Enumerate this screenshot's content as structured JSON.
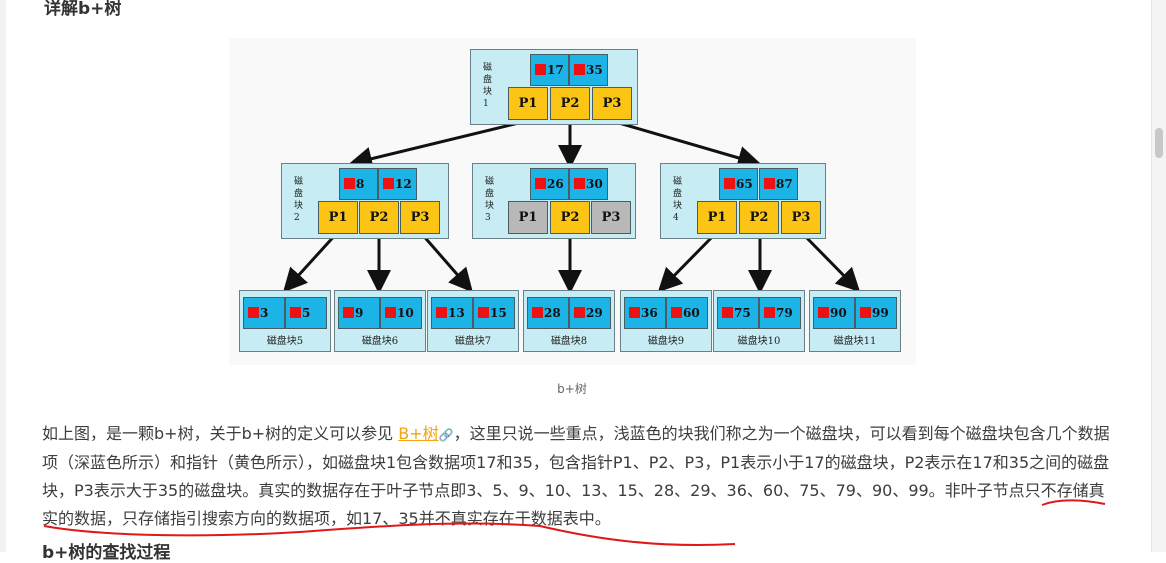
{
  "article": {
    "heading": "详解b+树",
    "next_heading": "b+树的查找过程"
  },
  "figure": {
    "caption": "b+树",
    "disk_label": "磁盘块",
    "root": {
      "label": "磁盘块1",
      "keys": [
        "17",
        "35"
      ],
      "pointers": [
        "P1",
        "P2",
        "P3"
      ]
    },
    "internal": [
      {
        "label": "磁盘块2",
        "keys": [
          "8",
          "12"
        ],
        "pointers": [
          "P1",
          "P2",
          "P3"
        ]
      },
      {
        "label": "磁盘块3",
        "keys": [
          "26",
          "30"
        ],
        "pointers": [
          "P1",
          "P2",
          "P3"
        ]
      },
      {
        "label": "磁盘块4",
        "keys": [
          "65",
          "87"
        ],
        "pointers": [
          "P1",
          "P2",
          "P3"
        ]
      }
    ],
    "leaves": [
      {
        "label": "磁盘块5",
        "keys": [
          "3",
          "5"
        ]
      },
      {
        "label": "磁盘块6",
        "keys": [
          "9",
          "10"
        ]
      },
      {
        "label": "磁盘块7",
        "keys": [
          "13",
          "15"
        ]
      },
      {
        "label": "磁盘块8",
        "keys": [
          "28",
          "29"
        ]
      },
      {
        "label": "磁盘块9",
        "keys": [
          "36",
          "60"
        ]
      },
      {
        "label": "磁盘块10",
        "keys": [
          "75",
          "79"
        ]
      },
      {
        "label": "磁盘块11",
        "keys": [
          "90",
          "99"
        ]
      }
    ],
    "colors": {
      "key": "#1cb3e6",
      "pointer": "#fcc516",
      "node": "#c7ecf3",
      "marker": "#ee1111"
    }
  },
  "paragraph": {
    "part1": "如上图，是一颗b+树，关于b+树的定义可以参见",
    "link_text": "B+树",
    "part2": "，这里只说一些重点，浅蓝色的块我们称之为一个磁盘块，可以看到每个磁盘块包含几个数据项（深蓝色所示）和指针（黄色所示），如磁盘块1包含数据项17和35，包含指针P1、P2、P3，P1表示小于17的磁盘块，P2表示在17和35之间的磁盘块，P3表示大于35的磁盘块。真实的数据存在于叶子节点即3、5、9、10、13、15、28、29、36、60、75、79、90、99。非叶子节点只不存储真实的数据，只存储指引搜索方向的数据项，如17、35并不真实存在于数据表中。"
  },
  "annotation": {
    "color": "#e01818"
  }
}
